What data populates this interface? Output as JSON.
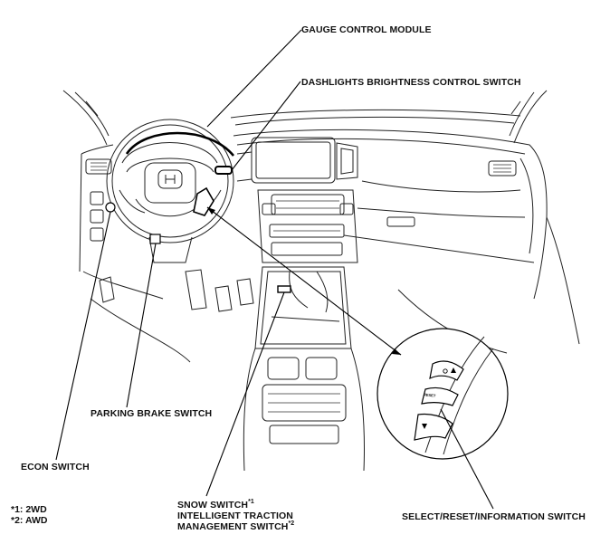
{
  "labels": {
    "gauge_control_module": "GAUGE CONTROL MODULE",
    "dashlights_switch": "DASHLIGHTS BRIGHTNESS CONTROL SWITCH",
    "parking_brake_switch": "PARKING BRAKE SWITCH",
    "econ_switch": "ECON SWITCH",
    "snow_switch": "SNOW SWITCH",
    "snow_switch_mark": "*1",
    "itm_switch_line1": "INTELLIGENT TRACTION",
    "itm_switch_line2": "MANAGEMENT SWITCH",
    "itm_switch_mark": "*2",
    "select_reset_switch": "SELECT/RESET/INFORMATION SWITCH"
  },
  "notes": [
    "*1: 2WD",
    "*2: AWD"
  ],
  "detail_buttons": {
    "reset_label": "RESET"
  }
}
